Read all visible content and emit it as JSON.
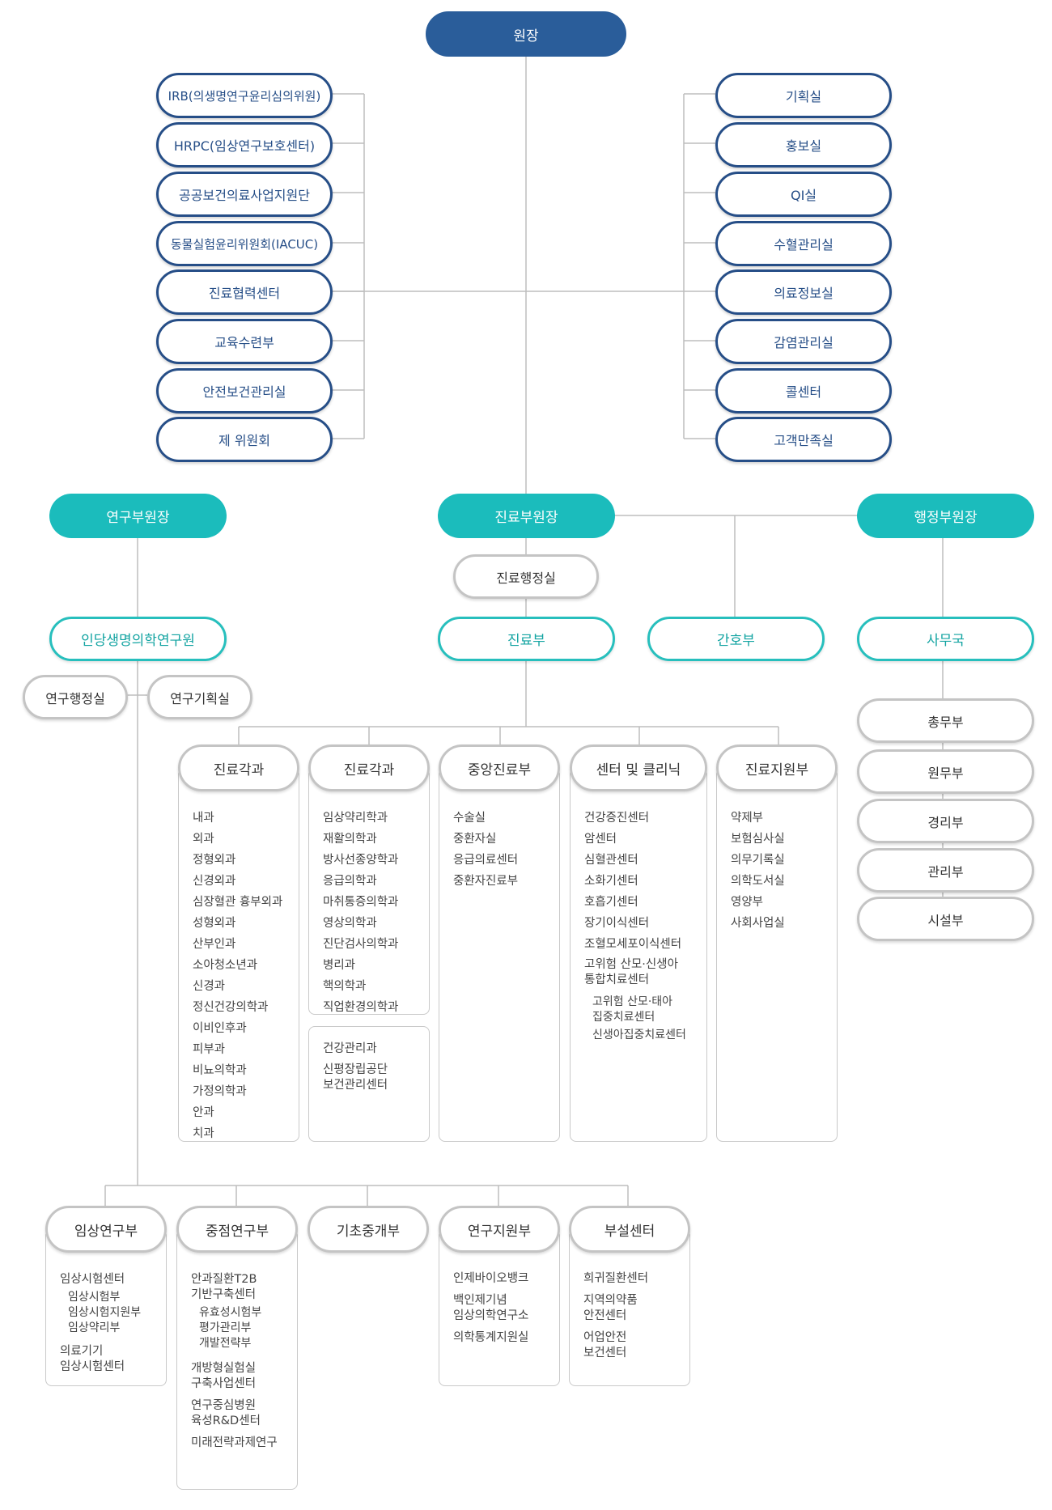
{
  "director": {
    "label": "원장"
  },
  "left_committees": [
    "IRB(의생명연구윤리심의위원)",
    "HRPC(임상연구보호센터)",
    "공공보건의료사업지원단",
    "동물실험윤리위원회(IACUC)",
    "진료협력센터",
    "교육수련부",
    "안전보건관리실",
    "제 위원회"
  ],
  "right_offices": [
    "기획실",
    "홍보실",
    "QI실",
    "수혈관리실",
    "의료정보실",
    "감염관리실",
    "콜센터",
    "고객만족실"
  ],
  "vice_directors": {
    "research": "연구부원장",
    "medical": "진료부원장",
    "admin": "행정부원장"
  },
  "medical_admin_office": "진료행정실",
  "divisions": {
    "institute": "인당생명의학연구원",
    "medical": "진료부",
    "nursing": "간호부",
    "secretariat": "사무국"
  },
  "research_offices": [
    "연구행정실",
    "연구기획실"
  ],
  "secretariat_depts": [
    "총무부",
    "원무부",
    "경리부",
    "관리부",
    "시설부"
  ],
  "medical_columns": {
    "clinical_a": {
      "title": "진료각과",
      "items": [
        "내과",
        "외과",
        "정형외과",
        "신경외과",
        "심장혈관 흉부외과",
        "성형외과",
        "산부인과",
        "소아청소년과",
        "신경과",
        "정신건강의학과",
        "이비인후과",
        "피부과",
        "비뇨의학과",
        "가정의학과",
        "안과",
        "치과"
      ]
    },
    "clinical_b": {
      "title": "진료각과",
      "items": [
        "임상약리학과",
        "재활의학과",
        "방사선종양학과",
        "응급의학과",
        "마취통증의학과",
        "영상의학과",
        "진단검사의학과",
        "병리과",
        "핵의학과",
        "직업환경의학과"
      ],
      "health_items": [
        "건강관리과",
        "신평장립공단\n보건관리센터"
      ]
    },
    "central": {
      "title": "중앙진료부",
      "items": [
        "수술실",
        "중환자실",
        "응급의료센터",
        "중환자진료부"
      ]
    },
    "centers": {
      "title": "센터 및 클리닉",
      "items": [
        "건강증진센터",
        "암센터",
        "심혈관센터",
        "소화기센터",
        "호흡기센터",
        "장기이식센터",
        "조혈모세포이식센터"
      ],
      "multi": "고위험 산모·신생아\n통합치료센터",
      "subs": [
        "고위험 산모·태아\n집중치료센터",
        "신생아집중치료센터"
      ]
    },
    "support": {
      "title": "진료지원부",
      "items": [
        "약제부",
        "보험심사실",
        "의무기록실",
        "의학도서실",
        "영양부",
        "사회사업실"
      ]
    }
  },
  "research_columns": {
    "clinical": {
      "title": "임상연구부",
      "head": "임상시험센터",
      "subs": "임상시험부\n임상시험지원부\n임상약리부",
      "foot": "의료기기\n임상시험센터"
    },
    "focus": {
      "title": "중점연구부",
      "head": "안과질환T2B\n기반구축센터",
      "subs": "유효성시험부\n평가관리부\n개발전략부",
      "items": [
        "개방형실험실\n구축사업센터",
        "연구중심병원\n육성R&D센터",
        "미래전략과제연구"
      ]
    },
    "basic": {
      "title": "기초중개부"
    },
    "support": {
      "title": "연구지원부",
      "items": [
        "인제바이오뱅크",
        "백인제기념\n임상의학연구소",
        "의학통계지원실"
      ]
    },
    "affiliated": {
      "title": "부설센터",
      "items": [
        "희귀질환센터",
        "지역의약품\n안전센터",
        "어업안전\n보건센터"
      ]
    }
  },
  "colors": {
    "navy": "#2a5d9a",
    "teal": "#1bbcbc",
    "gray_border": "#c4c4c4",
    "line": "#bdbdbd"
  }
}
